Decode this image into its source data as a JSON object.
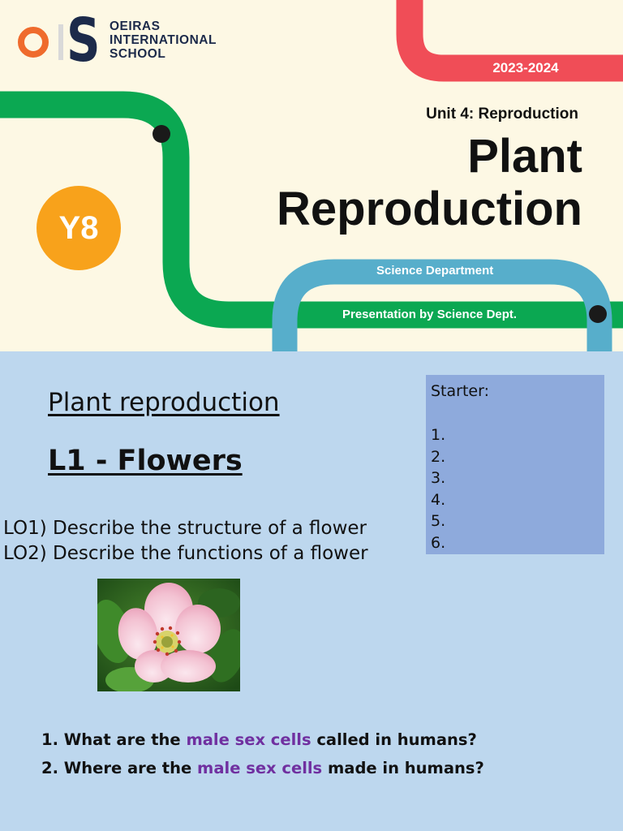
{
  "logo": {
    "lines": [
      "OEIRAS",
      "INTERNATIONAL",
      "SCHOOL"
    ],
    "mark_o": "O",
    "mark_s": "S"
  },
  "cover": {
    "year": "2023-2024",
    "unit": "Unit 4: Reproduction",
    "title_line1": "Plant",
    "title_line2": "Reproduction",
    "badge": "Y8",
    "department": "Science Department",
    "presenter": "Presentation by Science Dept."
  },
  "lesson": {
    "heading": "Plant reproduction",
    "title": "L1 - Flowers",
    "objectives": [
      "LO1) Describe the structure of a flower",
      "LO2) Describe the functions of a flower"
    ]
  },
  "starter": {
    "title": "Starter:",
    "items": [
      "1.",
      "2.",
      "3.",
      "4.",
      "5.",
      "6."
    ]
  },
  "questions": [
    {
      "before": "1. What are the ",
      "highlight": "male sex cells",
      "after": " called in humans?"
    },
    {
      "before": "2. Where are the ",
      "highlight": "male sex cells",
      "after": " made in humans?"
    }
  ],
  "colors": {
    "red_track": "#f04d57",
    "green_track": "#0ba852",
    "blue_track": "#57aecb",
    "badge": "#f8a21b",
    "logo_o": "#ef6b2d",
    "navy": "#1c2a4a",
    "cover_bg": "#fdf8e4",
    "slide_bg": "#bdd7ee",
    "starter_bg": "#8eaadc",
    "highlight": "#7030a0"
  }
}
